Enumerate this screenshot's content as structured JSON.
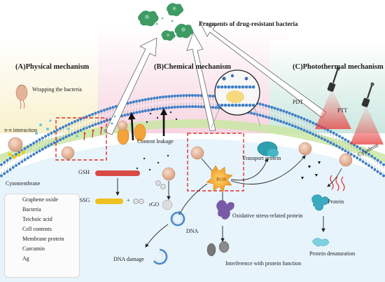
{
  "title": "Fragments of drug-resistant bacteria",
  "sections": {
    "physical": "(A)Physical mechanism",
    "chemical": "(B)Chemical mechanism",
    "photothermal": "(C)Photothermal mechanism"
  },
  "labels": {
    "wrapping": "Wrapping the bacteria",
    "pi_pi": "π-π interaction",
    "cytomembrane": "Cytomembrane",
    "content_leakage": "Content leakage",
    "gsh": "GSH",
    "gssg": "GSSG",
    "plus": "+",
    "rgo": "rGO",
    "ros": "ROS",
    "transport_protein": "Transport protein",
    "oxidative_protein": "Oxidative stress-related protein",
    "dna": "DNA",
    "dna_damage": "DNA damage",
    "protein_interference": "Interference with protein function",
    "pdt": "PDT",
    "ptt": "PTT",
    "cytoderm": "Cytoderm",
    "protein": "Protein",
    "protein_denaturation": "Protein denaturation"
  },
  "legend": [
    {
      "label": "Graphene oxide",
      "icon": "graphene-oxide-icon"
    },
    {
      "label": "Bacteria",
      "icon": "bacteria-icon"
    },
    {
      "label": "Teichoic acid",
      "icon": "teichoic-acid-icon"
    },
    {
      "label": "Cell contents",
      "icon": "cell-contents-icon"
    },
    {
      "label": "Membrane protein",
      "icon": "membrane-protein-icon"
    },
    {
      "label": "Curcumin",
      "icon": "curcumin-icon"
    },
    {
      "label": "Ag",
      "icon": "ag-icon"
    }
  ],
  "colors": {
    "physical_bg": "#fbf6dc",
    "chemical_bg": "#fbe4ec",
    "photothermal_bg": "#dcefe9",
    "membrane_head": "#3f7fc7",
    "cytoplasm": "#e6f3fa",
    "dashed_box": "#e0302b",
    "graphene": "#e9bea4",
    "ros": "#f2a020",
    "protein_teal": "#2f9fb0"
  }
}
